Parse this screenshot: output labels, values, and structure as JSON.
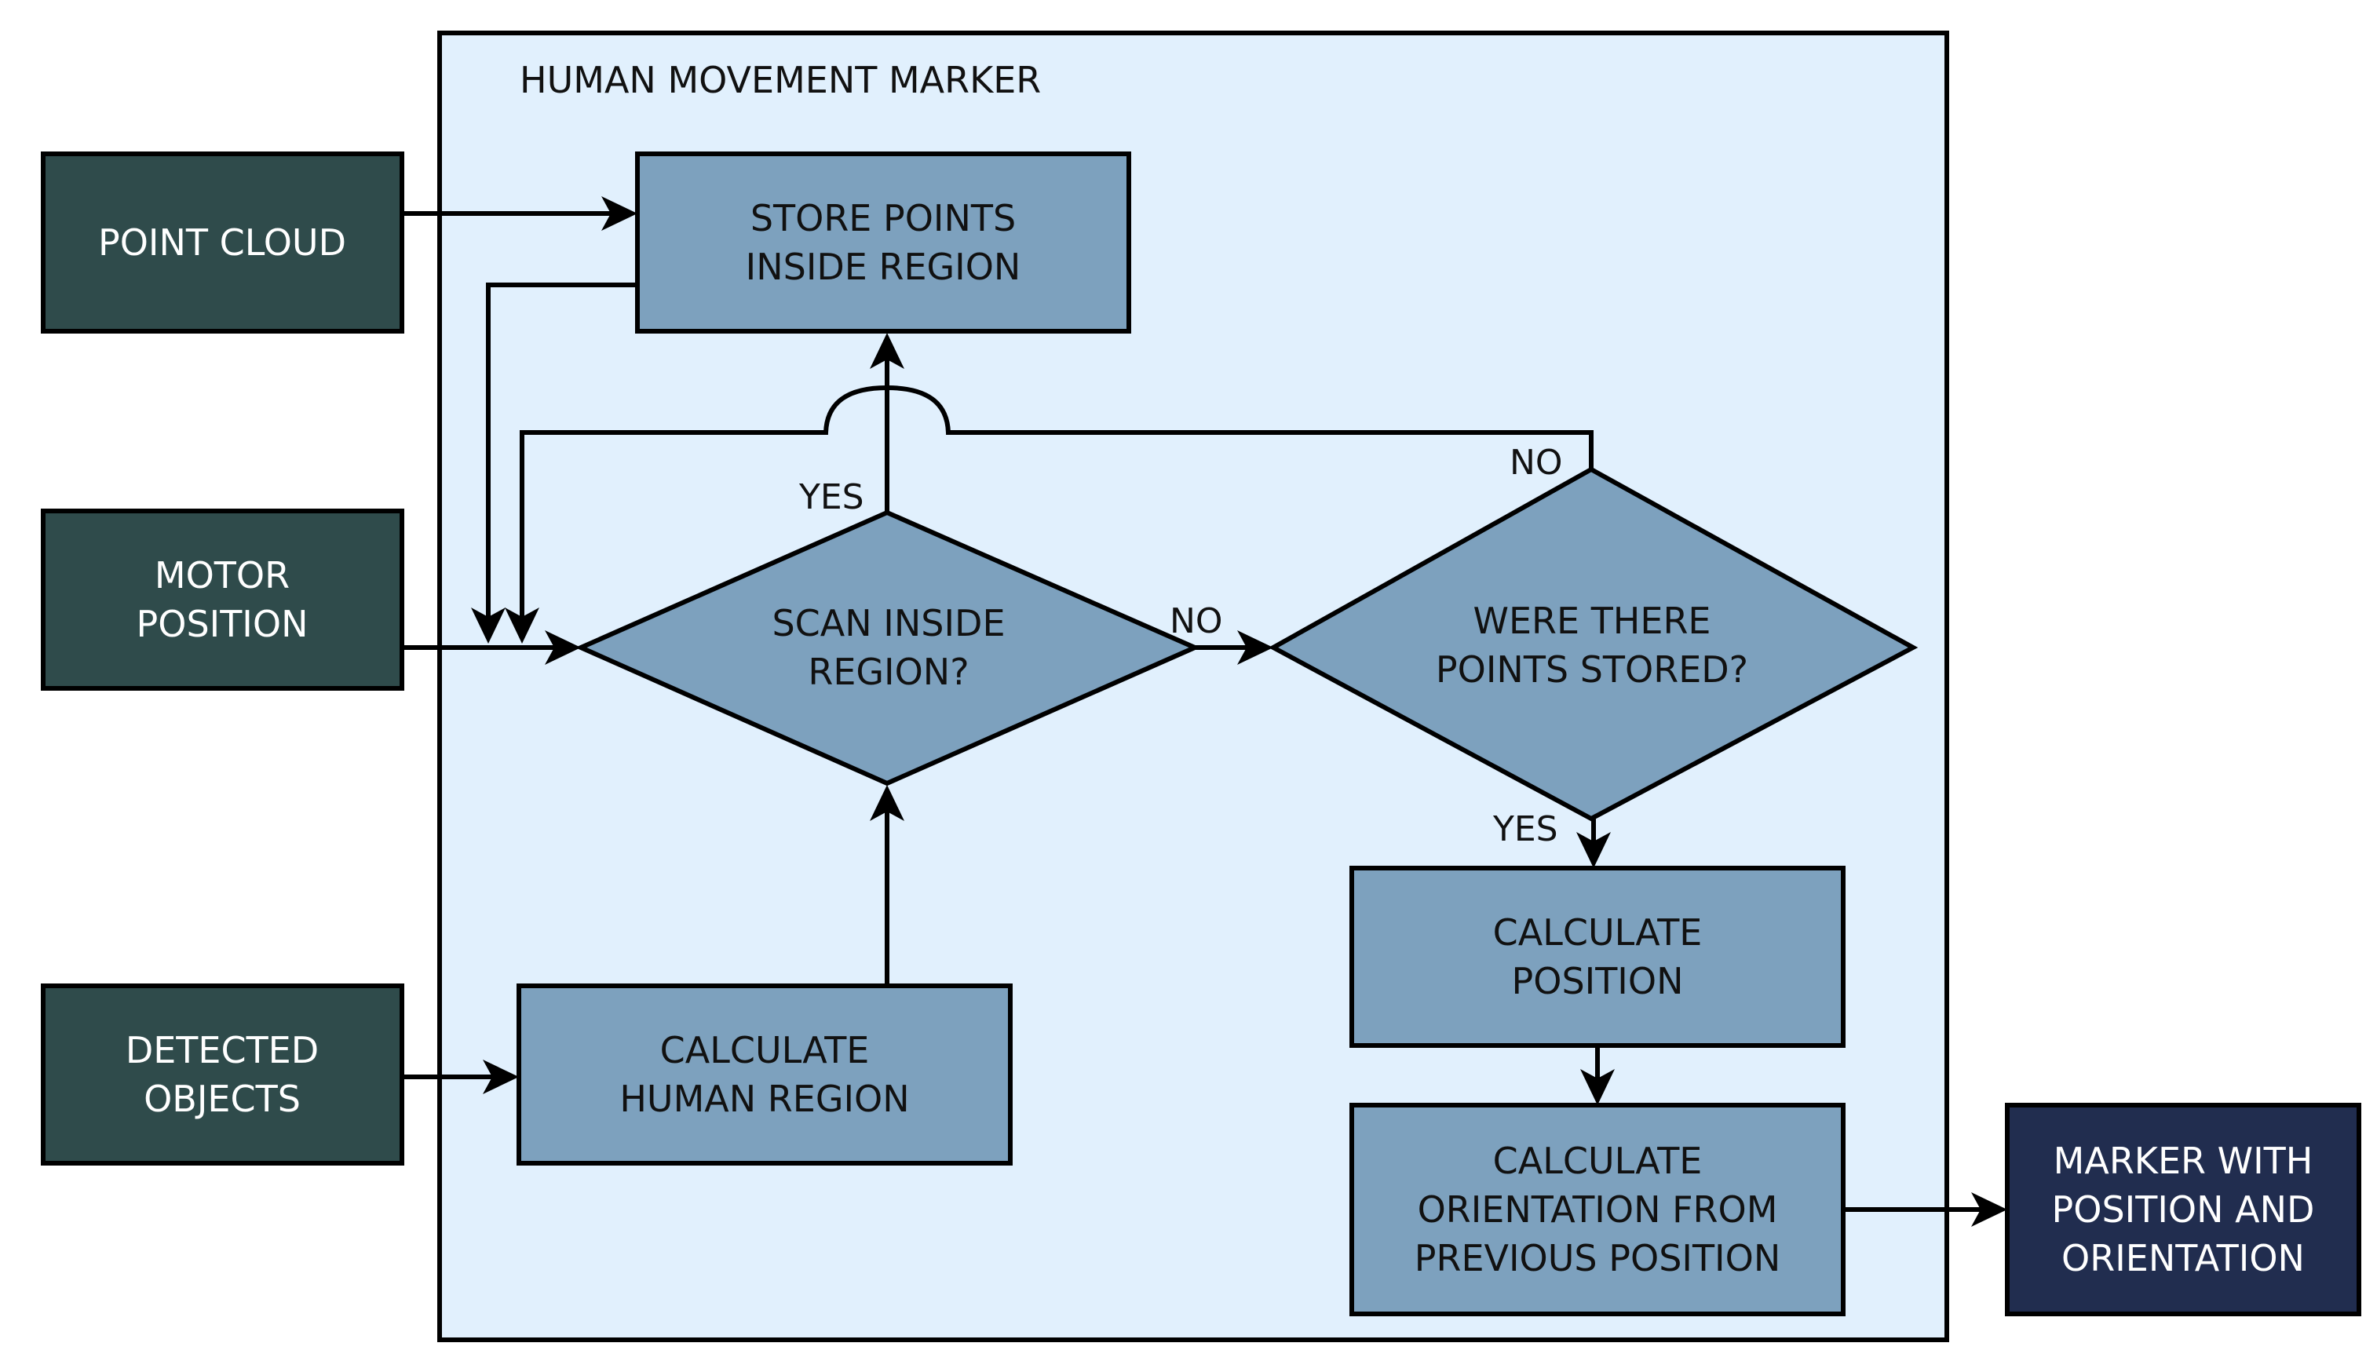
{
  "container": {
    "title": "HUMAN MOVEMENT MARKER",
    "fill": "#e1f0fd"
  },
  "inputs": {
    "point_cloud": [
      "POINT CLOUD"
    ],
    "motor_position": [
      "MOTOR",
      "POSITION"
    ],
    "detected_objects": [
      "DETECTED",
      "OBJECTS"
    ]
  },
  "process": {
    "store_points": [
      "STORE POINTS",
      "INSIDE REGION"
    ],
    "scan_inside": [
      "SCAN INSIDE",
      "REGION?"
    ],
    "points_stored": [
      "WERE THERE",
      "POINTS STORED?"
    ],
    "calc_human_region": [
      "CALCULATE",
      "HUMAN REGION"
    ],
    "calc_position": [
      "CALCULATE",
      "POSITION"
    ],
    "calc_orientation": [
      "CALCULATE",
      "ORIENTATION FROM",
      "PREVIOUS POSITION"
    ]
  },
  "output": {
    "marker": [
      "MARKER WITH",
      "POSITION AND",
      "ORIENTATION"
    ]
  },
  "edge_labels": {
    "scan_yes": "YES",
    "scan_no": "NO",
    "stored_no": "NO",
    "stored_yes": "YES"
  },
  "colors": {
    "input_fill": "#2f4b4b",
    "process_fill": "#7da1be",
    "output_fill": "#212d4f",
    "stroke": "#000000"
  }
}
